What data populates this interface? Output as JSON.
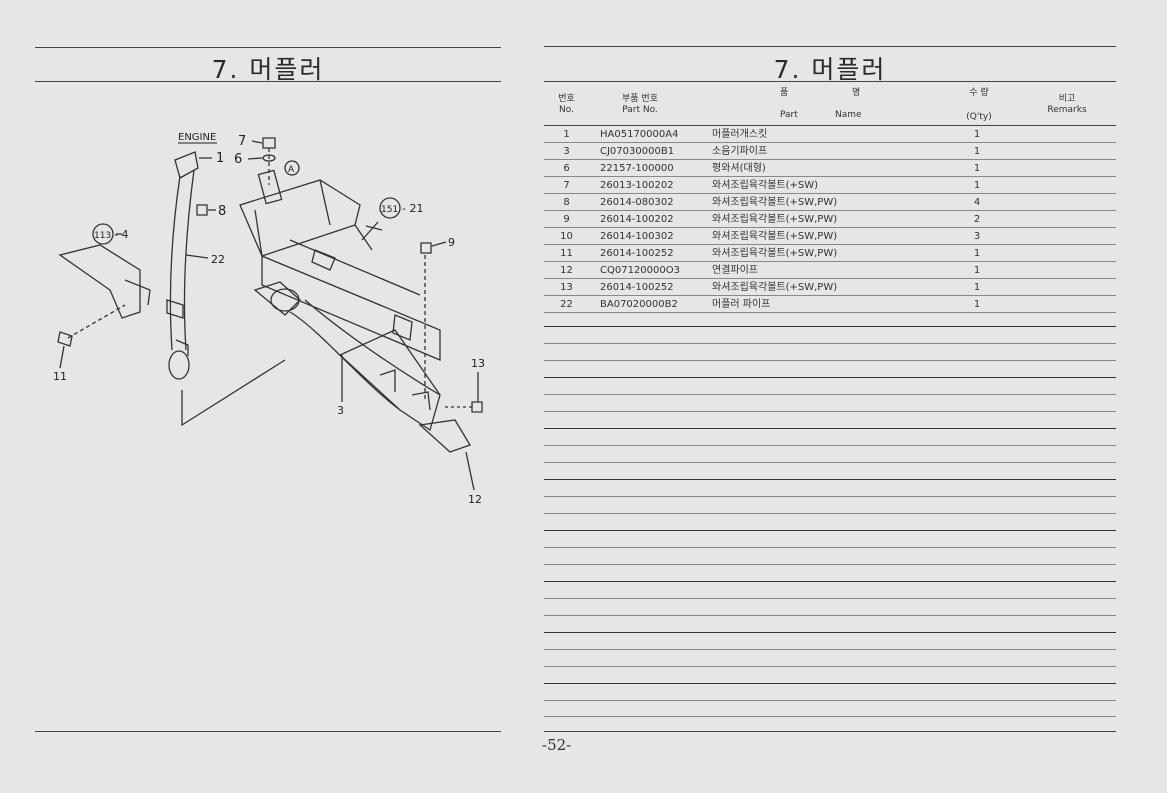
{
  "left": {
    "title": "7. 머플러",
    "diagram": {
      "engine_label": "ENGINE",
      "callouts": {
        "c1": "1",
        "c7": "7",
        "c6": "6",
        "cA": "A",
        "c8": "8",
        "c151": "151",
        "c21": "- 21",
        "c113": "113",
        "c4": "- 4",
        "c22": "22",
        "c9": "9",
        "c11": "11",
        "c13": "13",
        "c3": "3",
        "c12": "12"
      }
    }
  },
  "right": {
    "title": "7. 머플러",
    "headers": {
      "no_ko": "번호",
      "no_en": "No.",
      "pn_ko": "부품 번호",
      "pn_en": "Part  No.",
      "name_ko1": "품",
      "name_ko2": "명",
      "name_en1": "Part",
      "name_en2": "Name",
      "qty_ko": "수  량",
      "qty_en": "(Q'ty)",
      "rem_ko": "비고",
      "rem_en": "Remarks"
    },
    "parts": [
      {
        "no": "1",
        "part_no": "HA05170000A4",
        "name": "머플러개스킷",
        "qty": "1"
      },
      {
        "no": "3",
        "part_no": "CJ07030000B1",
        "name": "소음기파이프",
        "qty": "1"
      },
      {
        "no": "6",
        "part_no": "22157-100000",
        "name": "평와셔(대형)",
        "qty": "1"
      },
      {
        "no": "7",
        "part_no": "26013-100202",
        "name": "와셔조립육각볼트(+SW)",
        "qty": "1"
      },
      {
        "no": "8",
        "part_no": "26014-080302",
        "name": "와셔조립육각볼트(+SW,PW)",
        "qty": "4"
      },
      {
        "no": "9",
        "part_no": "26014-100202",
        "name": "와셔조립육각볼트(+SW,PW)",
        "qty": "2"
      },
      {
        "no": "10",
        "part_no": "26014-100302",
        "name": "와셔조립육각볼트(+SW,PW)",
        "qty": "3"
      },
      {
        "no": "11",
        "part_no": "26014-100252",
        "name": "와셔조립육각볼트(+SW,PW)",
        "qty": "1"
      },
      {
        "no": "12",
        "part_no": "CQ07120000O3",
        "name": "연결파이프",
        "qty": "1"
      },
      {
        "no": "13",
        "part_no": "26014-100252",
        "name": "와셔조립육각볼트(+SW,PW)",
        "qty": "1"
      },
      {
        "no": "22",
        "part_no": "BA07020000B2",
        "name": "머플러 파이프",
        "qty": "1"
      }
    ],
    "page_number": "-52-"
  }
}
